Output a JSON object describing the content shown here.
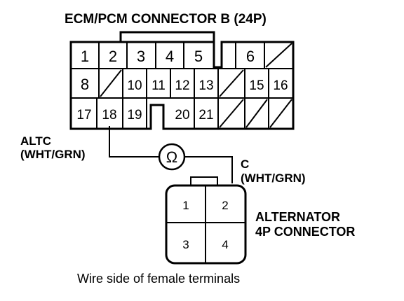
{
  "ecm_title": "ECM/PCM CONNECTOR B (24P)",
  "ecm_pins_row1": [
    "1",
    "2",
    "3",
    "4",
    "5",
    "6"
  ],
  "ecm_pins_row2": [
    "8",
    "10",
    "11",
    "12",
    "13",
    "15",
    "16"
  ],
  "ecm_pins_row3": [
    "17",
    "18",
    "19",
    "20",
    "21"
  ],
  "left_wire": {
    "name": "ALTC",
    "color": "(WHT/GRN)"
  },
  "meter_symbol": "Ω",
  "right_wire": {
    "name": "C",
    "color": "(WHT/GRN)"
  },
  "alt_pins": [
    "1",
    "2",
    "3",
    "4"
  ],
  "alt_label": {
    "line1": "ALTERNATOR",
    "line2": "4P CONNECTOR"
  },
  "footer": "Wire side of female terminals"
}
